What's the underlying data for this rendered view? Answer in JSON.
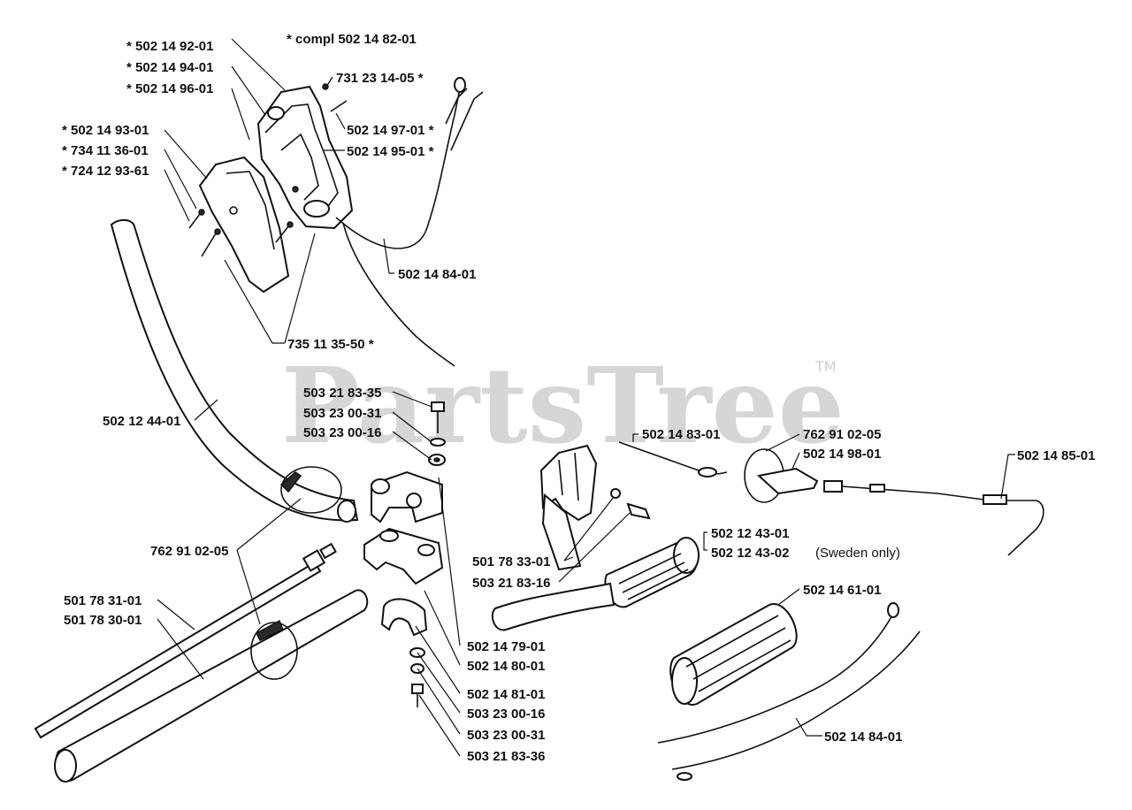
{
  "watermark": {
    "text": "PartsTree",
    "trademark": "TM"
  },
  "labels": {
    "compl": "* compl 502 14 82-01",
    "p_502149201": "* 502 14 92-01",
    "p_502149401": "* 502 14 94-01",
    "p_502149601": "* 502 14 96-01",
    "p_731231405": "731 23 14-05 *",
    "p_502149301": "* 502 14 93-01",
    "p_734113601": "* 734 11 36-01",
    "p_724129361": "* 724 12 93-61",
    "p_502149701": "502 14 97-01 *",
    "p_502149501": "502 14 95-01 *",
    "p_502148401_top": "502 14 84-01",
    "p_735113550": "735 11 35-50 *",
    "p_503218335": "503 21 83-35",
    "p_503230031_top": "503 23 00-31",
    "p_503230016_top": "503 23 00-16",
    "p_502124401": "502 12 44-01",
    "p_502148301": "502 14 83-01",
    "p_762910205_right": "762 91 02-05",
    "p_502149801": "502 14 98-01",
    "p_502148501": "502 14 85-01",
    "p_502124301": "502 12 43-01",
    "p_502124302": "502 12 43-02",
    "sweden": "(Sweden only)",
    "p_501783301": "501 78 33-01",
    "p_503218316": "503 21 83-16",
    "p_762910205_left": "762 91 02-05",
    "p_502146101": "502 14 61-01",
    "p_501783101": "501 78 31-01",
    "p_501783001": "501 78 30-01",
    "p_502147901": "502 14 79-01",
    "p_502148001": "502 14 80-01",
    "p_502148101": "502 14 81-01",
    "p_503230016_bot": "503 23 00-16",
    "p_503230031_bot": "503 23 00-31",
    "p_503218336": "503 21 83-36",
    "p_502148401_bot": "502 14 84-01"
  }
}
